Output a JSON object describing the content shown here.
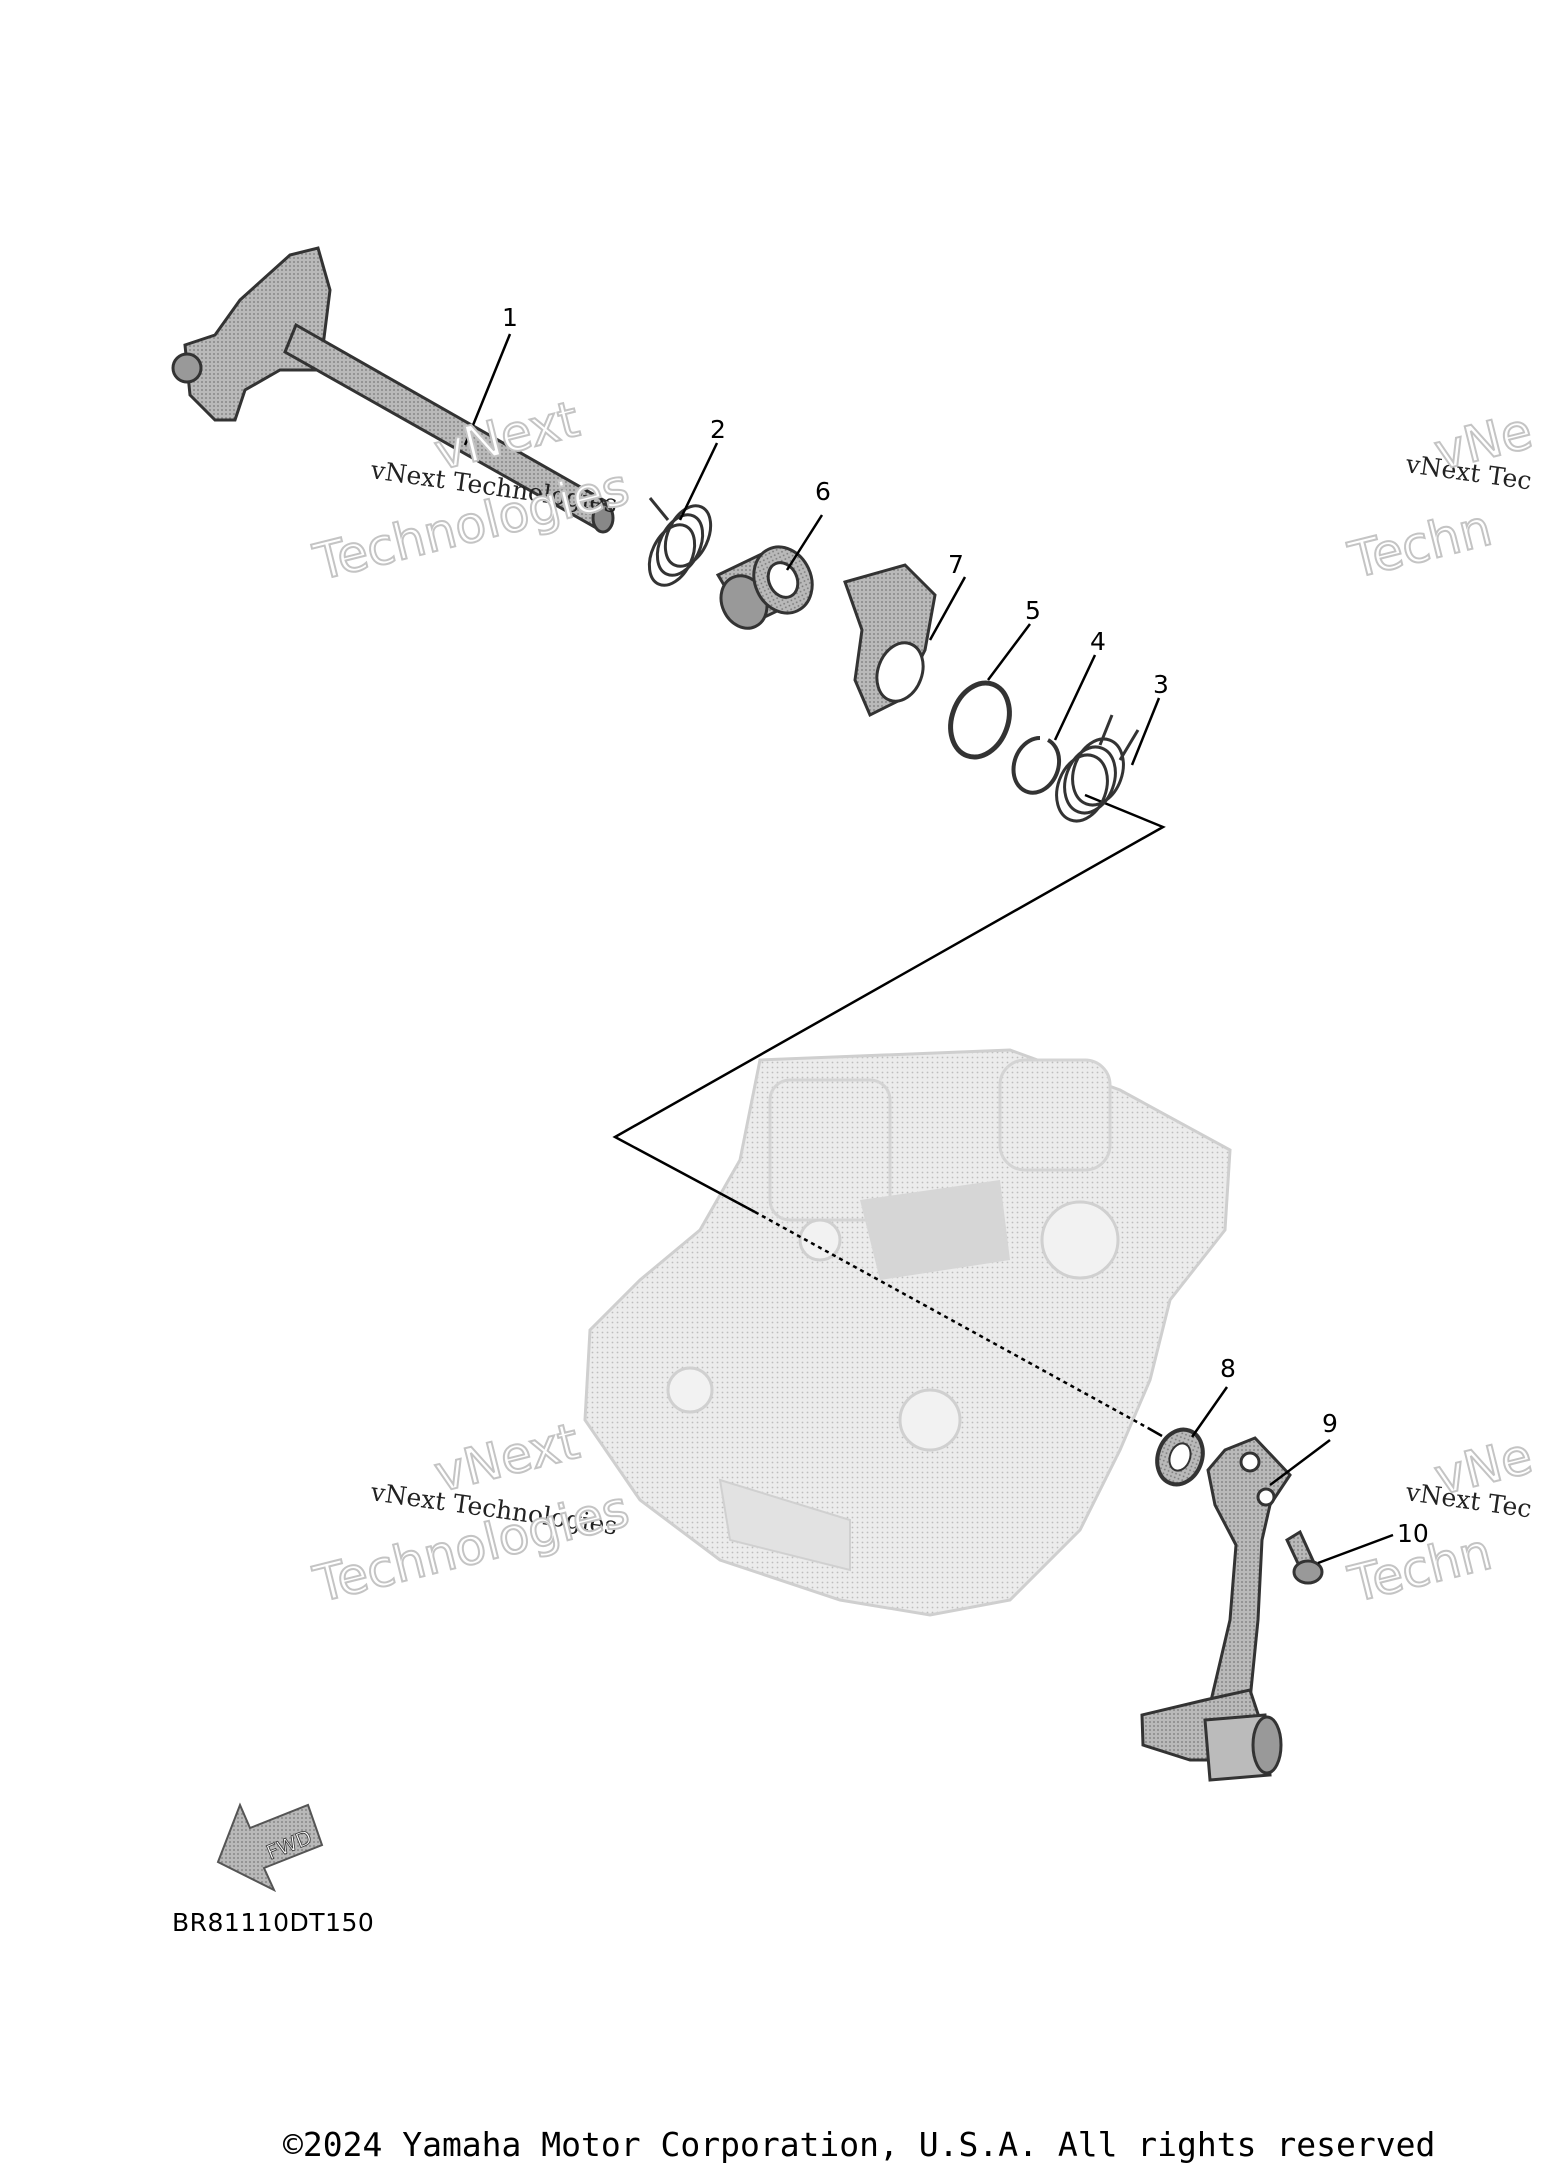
{
  "callouts": [
    "1",
    "2",
    "3",
    "4",
    "5",
    "6",
    "7",
    "8",
    "9",
    "10"
  ],
  "watermark": {
    "line_small": "vNext Technologies",
    "big_top": "vNext",
    "big_bottom": "Technologies",
    "right_small": "vNext Tec",
    "right_big_top": "vNe",
    "right_big_bottom": "Techn"
  },
  "fwd_label": "FWD",
  "diagram_code": "BR81110DT150",
  "copyright": "©2024 Yamaha Motor Corporation, U.S.A. All rights reserved"
}
